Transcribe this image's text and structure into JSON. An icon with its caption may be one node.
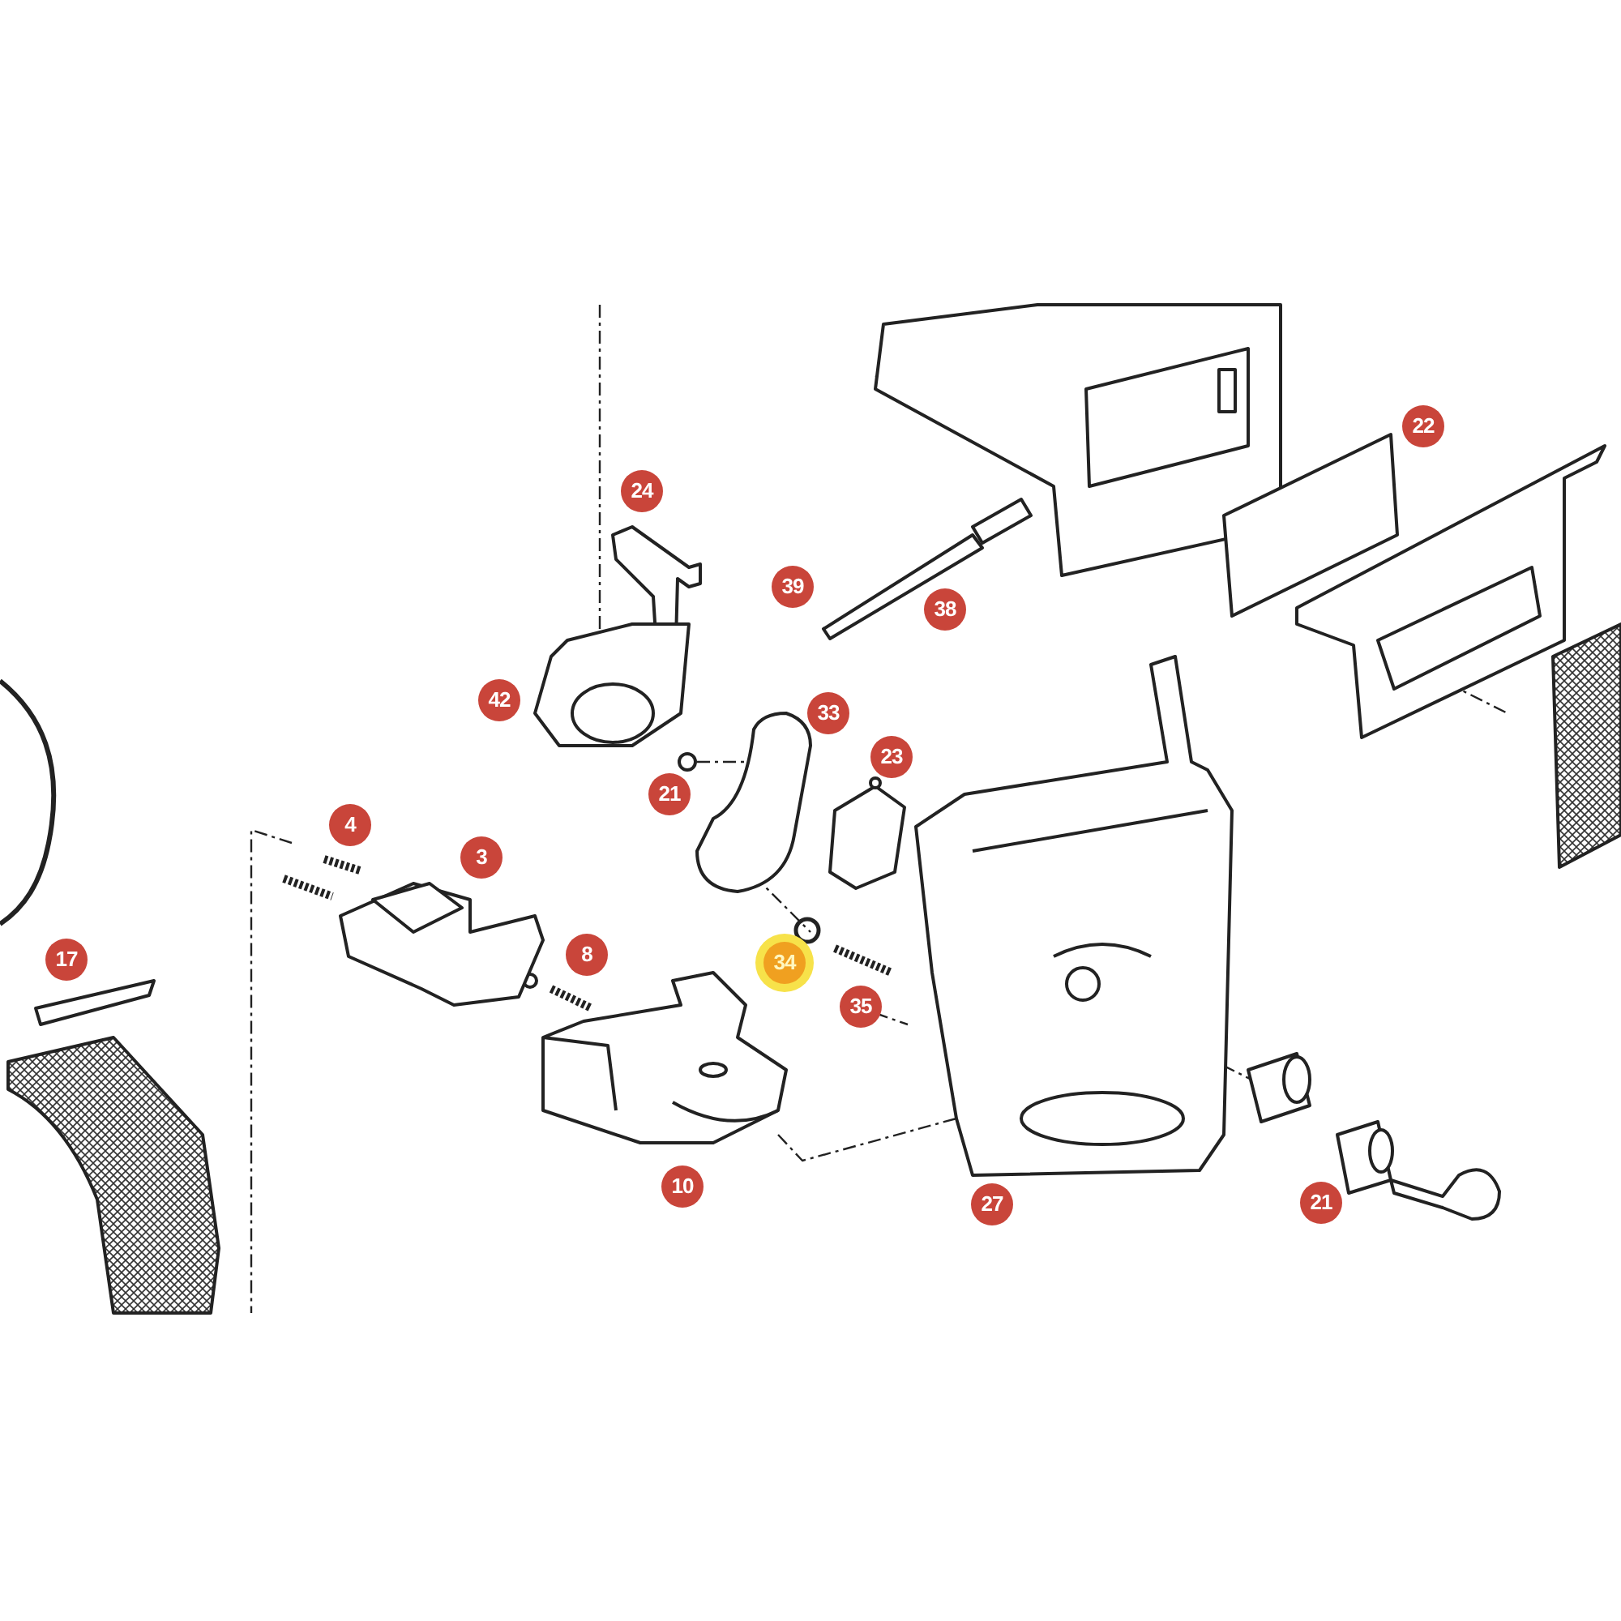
{
  "diagram": {
    "labels": [
      "24",
      "22",
      "39",
      "38",
      "42",
      "33",
      "23",
      "21",
      "4",
      "3",
      "8",
      "17",
      "34",
      "35",
      "10",
      "27",
      "21"
    ]
  }
}
